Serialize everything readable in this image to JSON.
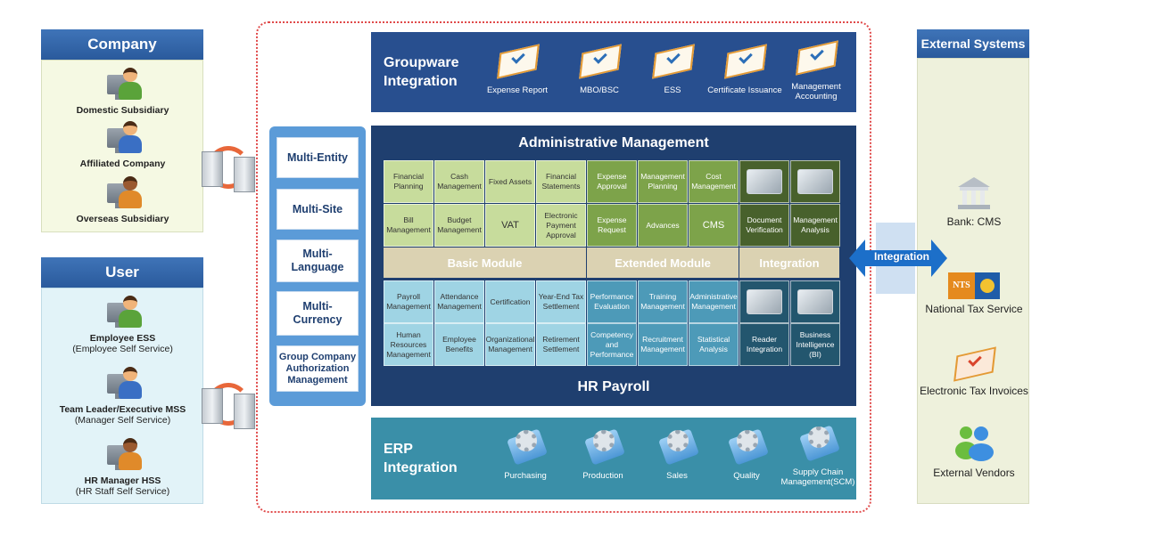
{
  "company": {
    "title": "Company",
    "items": [
      {
        "label": "Domestic Subsidiary"
      },
      {
        "label": "Affiliated Company"
      },
      {
        "label": "Overseas Subsidiary"
      }
    ]
  },
  "user": {
    "title": "User",
    "items": [
      {
        "label": "Employee ESS",
        "sub": "(Employee Self Service)"
      },
      {
        "label": "Team Leader/Executive MSS",
        "sub": "(Manager Self Service)"
      },
      {
        "label": "HR Manager HSS",
        "sub": "(HR Staff Self Service)"
      }
    ]
  },
  "capabilities": [
    "Multi-Entity",
    "Multi-Site",
    "Multi-\nLanguage",
    "Multi-\nCurrency",
    "Group Company Authorization Management"
  ],
  "groupware": {
    "title_line1": "Groupware",
    "title_line2": "Integration",
    "items": [
      "Expense Report",
      "MBO/BSC",
      "ESS",
      "Certificate Issuance",
      "Management Accounting"
    ]
  },
  "admin": {
    "title": "Administrative Management",
    "top_rows": [
      [
        "Financial Planning",
        "Cash Management",
        "Fixed Assets",
        "Financial Statements",
        "Expense Approval",
        "Management Planning",
        "Cost Management",
        "",
        ""
      ],
      [
        "Bill Management",
        "Budget Management",
        "VAT",
        "Electronic Payment Approval",
        "Expense Request",
        "Advances",
        "CMS",
        "Document Verification",
        "Management Analysis"
      ]
    ],
    "bands": {
      "basic": "Basic Module",
      "extended": "Extended Module",
      "integration": "Integration"
    },
    "bottom_rows": [
      [
        "Payroll Management",
        "Attendance Management",
        "Certification",
        "Year-End Tax Settlement",
        "Performance Evaluation",
        "Training Management",
        "Administrative Management",
        "",
        ""
      ],
      [
        "Human Resources Management",
        "Employee Benefits",
        "Organizational Management",
        "Retirement Settlement",
        "Competency and Performance",
        "Recruitment Management",
        "Statistical Analysis",
        "Reader Integration",
        "Business Intelligence (BI)"
      ]
    ],
    "hr_title": "HR Payroll"
  },
  "erp": {
    "title_line1": "ERP",
    "title_line2": "Integration",
    "items": [
      "Purchasing",
      "Production",
      "Sales",
      "Quality",
      "Supply Chain Management(SCM)"
    ]
  },
  "integration_label": "Integration",
  "external": {
    "title": "External Systems",
    "items": [
      "Bank: CMS",
      "National Tax Service",
      "Electronic Tax Invoices",
      "External Vendors"
    ],
    "nts_logo_text": "NTS"
  },
  "colors": {
    "header_blue": "#2a5a9c",
    "groupware_bg": "#284f8f",
    "admin_bg": "#1f3f6f",
    "erp_bg": "#3a8fa8",
    "red_dotted": "#e04a4a",
    "arrow_orange": "#e8673a",
    "integration_arrow": "#1c6fc9"
  }
}
